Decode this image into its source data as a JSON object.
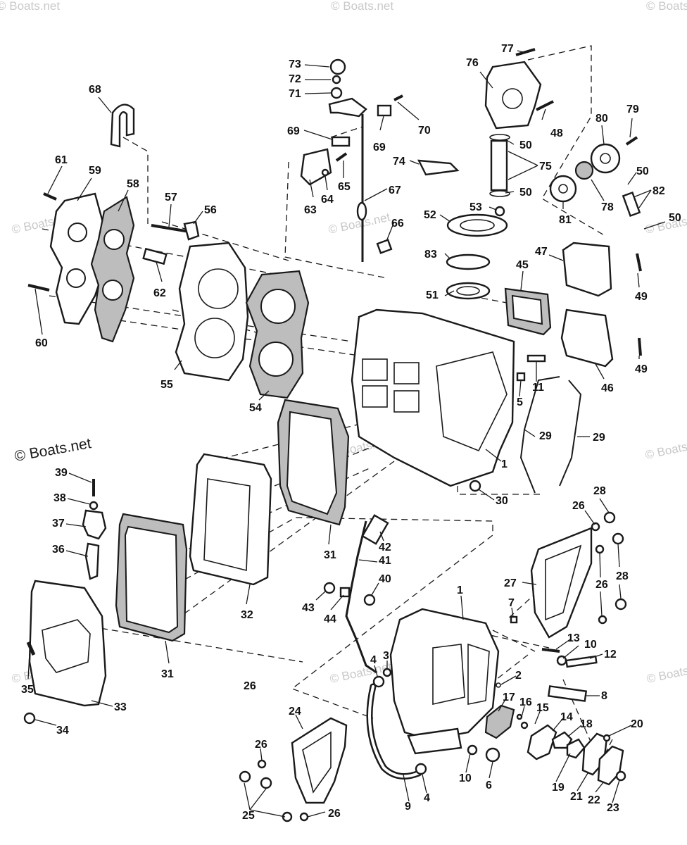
{
  "watermark": {
    "text": "© Boats.net"
  },
  "callouts": [
    {
      "n": "1"
    },
    {
      "n": "1"
    },
    {
      "n": "2"
    },
    {
      "n": "3"
    },
    {
      "n": "4"
    },
    {
      "n": "4"
    },
    {
      "n": "5"
    },
    {
      "n": "6"
    },
    {
      "n": "7"
    },
    {
      "n": "8"
    },
    {
      "n": "9"
    },
    {
      "n": "10"
    },
    {
      "n": "10"
    },
    {
      "n": "11"
    },
    {
      "n": "12"
    },
    {
      "n": "13"
    },
    {
      "n": "14"
    },
    {
      "n": "15"
    },
    {
      "n": "16"
    },
    {
      "n": "17"
    },
    {
      "n": "18"
    },
    {
      "n": "19"
    },
    {
      "n": "20"
    },
    {
      "n": "21"
    },
    {
      "n": "22"
    },
    {
      "n": "23"
    },
    {
      "n": "24"
    },
    {
      "n": "25"
    },
    {
      "n": "26"
    },
    {
      "n": "26"
    },
    {
      "n": "26"
    },
    {
      "n": "26"
    },
    {
      "n": "26"
    },
    {
      "n": "27"
    },
    {
      "n": "28"
    },
    {
      "n": "28"
    },
    {
      "n": "29"
    },
    {
      "n": "29"
    },
    {
      "n": "30"
    },
    {
      "n": "31"
    },
    {
      "n": "31"
    },
    {
      "n": "32"
    },
    {
      "n": "33"
    },
    {
      "n": "34"
    },
    {
      "n": "35"
    },
    {
      "n": "36"
    },
    {
      "n": "37"
    },
    {
      "n": "38"
    },
    {
      "n": "39"
    },
    {
      "n": "40"
    },
    {
      "n": "41"
    },
    {
      "n": "42"
    },
    {
      "n": "43"
    },
    {
      "n": "44"
    },
    {
      "n": "45"
    },
    {
      "n": "46"
    },
    {
      "n": "47"
    },
    {
      "n": "48"
    },
    {
      "n": "49"
    },
    {
      "n": "49"
    },
    {
      "n": "50"
    },
    {
      "n": "50"
    },
    {
      "n": "50"
    },
    {
      "n": "50"
    },
    {
      "n": "51"
    },
    {
      "n": "52"
    },
    {
      "n": "53"
    },
    {
      "n": "54"
    },
    {
      "n": "55"
    },
    {
      "n": "56"
    },
    {
      "n": "57"
    },
    {
      "n": "58"
    },
    {
      "n": "59"
    },
    {
      "n": "60"
    },
    {
      "n": "61"
    },
    {
      "n": "62"
    },
    {
      "n": "63"
    },
    {
      "n": "64"
    },
    {
      "n": "65"
    },
    {
      "n": "66"
    },
    {
      "n": "67"
    },
    {
      "n": "68"
    },
    {
      "n": "69"
    },
    {
      "n": "69"
    },
    {
      "n": "70"
    },
    {
      "n": "71"
    },
    {
      "n": "72"
    },
    {
      "n": "73"
    },
    {
      "n": "74"
    },
    {
      "n": "75"
    },
    {
      "n": "76"
    },
    {
      "n": "77"
    },
    {
      "n": "78"
    },
    {
      "n": "79"
    },
    {
      "n": "80"
    },
    {
      "n": "81"
    },
    {
      "n": "82"
    },
    {
      "n": "83"
    }
  ]
}
